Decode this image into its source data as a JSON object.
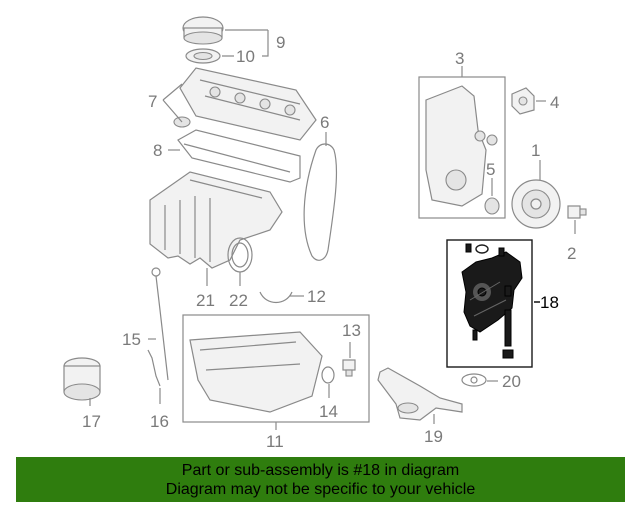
{
  "callouts": {
    "c1": "1",
    "c2": "2",
    "c3": "3",
    "c4": "4",
    "c5": "5",
    "c6": "6",
    "c7": "7",
    "c8": "8",
    "c9": "9",
    "c10": "10",
    "c11": "11",
    "c12": "12",
    "c13": "13",
    "c14": "14",
    "c15": "15",
    "c16": "16",
    "c17": "17",
    "c18": "18",
    "c19": "19",
    "c20": "20",
    "c21": "21",
    "c22": "22"
  },
  "highlight": {
    "part": "18",
    "color": "#1a1a1a"
  },
  "banner": {
    "line1": "Part or sub-assembly is #18 in diagram",
    "line2": "Diagram may not be specific to your vehicle",
    "background": "#2f7d0e"
  }
}
